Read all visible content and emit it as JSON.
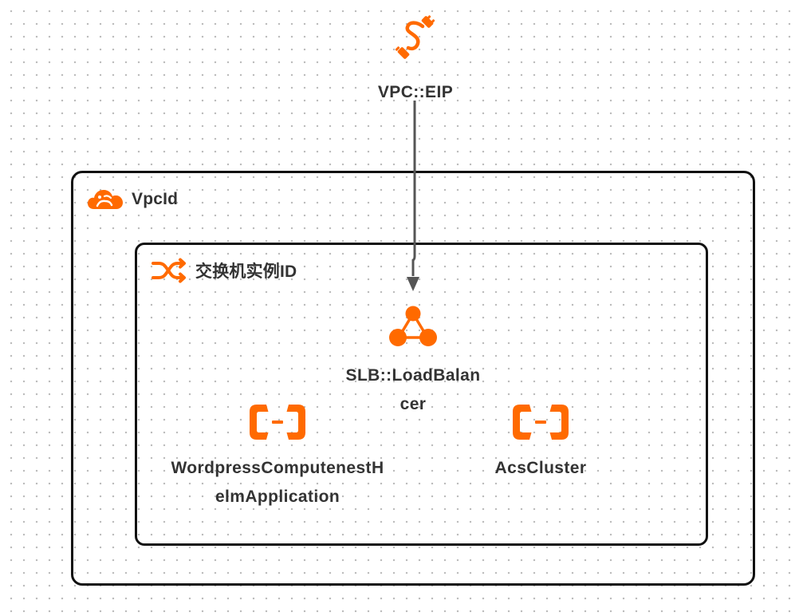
{
  "diagram": {
    "nodes": {
      "eip": {
        "label": "VPC::EIP",
        "icon": "cable-link-icon"
      },
      "slb": {
        "label": "SLB::LoadBalancer",
        "icon": "load-balancer-icon"
      },
      "app": {
        "label": "WordpressComputenestHelmApplication",
        "icon": "compute-nest-icon"
      },
      "acs": {
        "label": "AcsCluster",
        "icon": "compute-nest-icon"
      }
    },
    "groups": {
      "vpc": {
        "label": "VpcId",
        "icon": "cloud-icon"
      },
      "vswitch": {
        "label": "交换机实例ID",
        "icon": "switch-shuffle-icon"
      }
    },
    "edges": [
      {
        "from": "VPC::EIP",
        "to": "SLB::LoadBalancer"
      }
    ]
  },
  "colors": {
    "accent": "#FF6A00",
    "border": "#111111",
    "edge": "#555555",
    "text": "#333333"
  }
}
